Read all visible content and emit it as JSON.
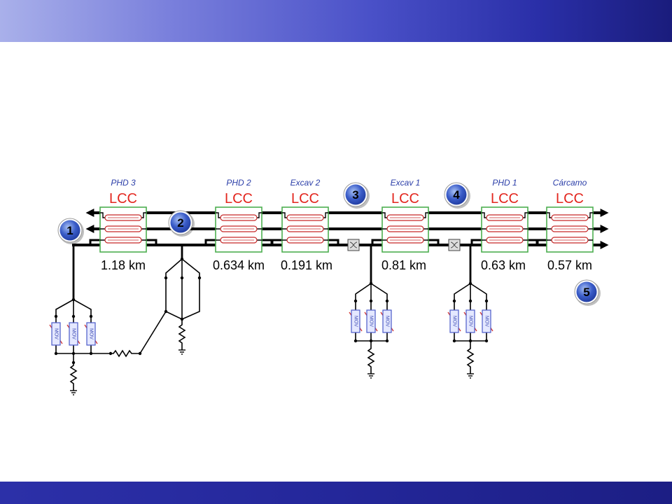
{
  "slide": {
    "colors": {
      "header_light": "#a9b0ea",
      "header_dark": "#1a1c7c",
      "footer": "#24279a"
    }
  },
  "diagram": {
    "segments": [
      {
        "name": "PHD 3",
        "model": "LCC",
        "length": "1.18 km"
      },
      {
        "name": "PHD 2",
        "model": "LCC",
        "length": "0.634 km"
      },
      {
        "name": "Excav 2",
        "model": "LCC",
        "length": "0.191 km"
      },
      {
        "name": "Excav 1",
        "model": "LCC",
        "length": "0.81 km"
      },
      {
        "name": "PHD 1",
        "model": "LCC",
        "length": "0.63 km"
      },
      {
        "name": "Cárcamo",
        "model": "LCC",
        "length": "0.57 km"
      }
    ],
    "markers": [
      "1",
      "2",
      "3",
      "4",
      "5"
    ],
    "arrester_label": "MOV",
    "colors": {
      "segment_name": "#2b3ea8",
      "model_label": "#e3261e",
      "block_border": "#4caf50",
      "conductor": "#c62828",
      "wire": "#000000",
      "marker_fill": "#3a5cc8"
    }
  }
}
